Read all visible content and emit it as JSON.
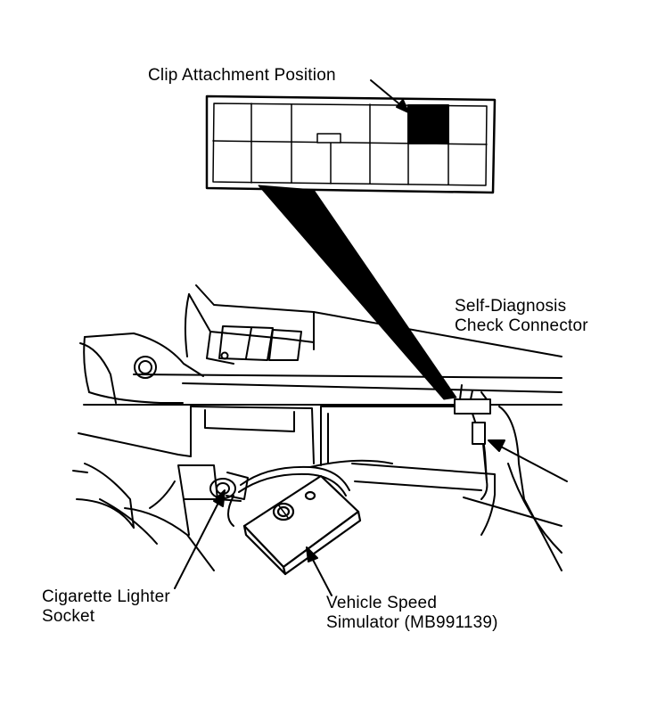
{
  "labels": {
    "clip_attachment": "Clip Attachment Position",
    "self_diagnosis_line1": "Self-Diagnosis",
    "self_diagnosis_line2": "Check Connector",
    "cigarette_line1": "Cigarette Lighter",
    "cigarette_line2": "Socket",
    "simulator_line1": "Vehicle Speed",
    "simulator_line2": "Simulator (MB991139)"
  },
  "connector_grid": {
    "rows": 2,
    "columns": 7,
    "highlighted_cell": {
      "row": 1,
      "column": 6
    }
  },
  "colors": {
    "ink": "#000000",
    "paper": "#ffffff"
  }
}
